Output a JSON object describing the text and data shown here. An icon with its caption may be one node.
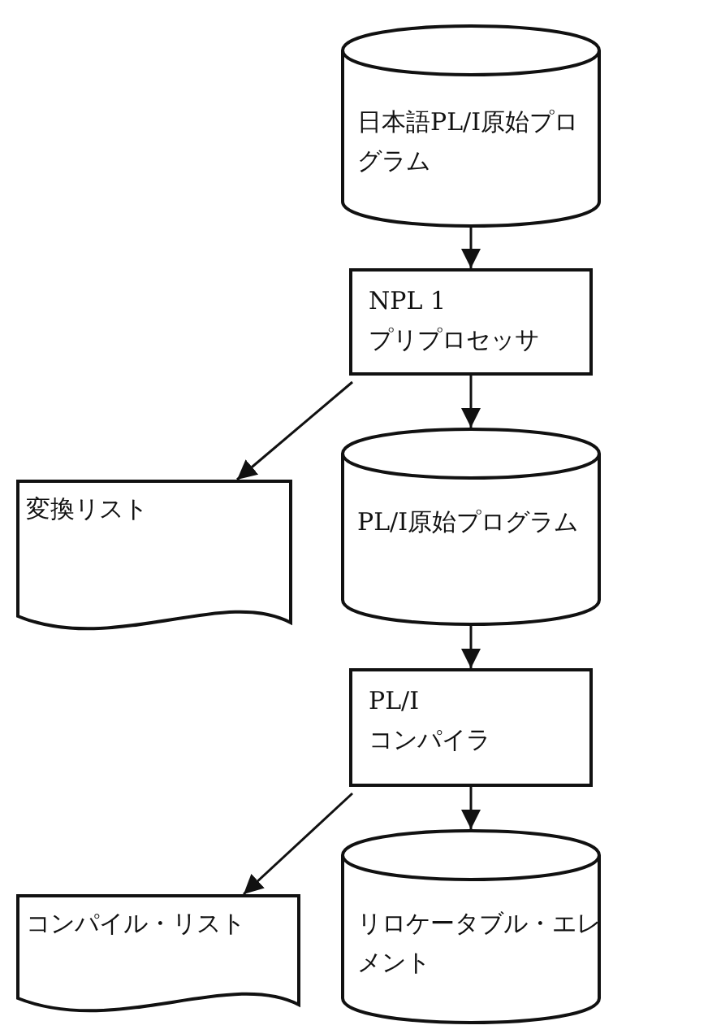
{
  "diagram": {
    "nodes": [
      {
        "text": [
          "日本語PL/I原始プログラム"
        ]
      },
      {
        "text": [
          "NPL 1",
          "プリプロセッサ"
        ]
      },
      {
        "text": [
          "変換リスト"
        ]
      },
      {
        "text": [
          "PL/I原始プログラム"
        ]
      },
      {
        "text": [
          "PL/I",
          "コンパイラ"
        ]
      },
      {
        "text": [
          "コンパイル・リスト"
        ]
      },
      {
        "text": [
          "リロケータブル・エレメント"
        ]
      }
    ],
    "edges": [
      {
        "from": 0,
        "to": 1,
        "arrow": "to"
      },
      {
        "from": 1,
        "to": 2,
        "arrow": "to"
      },
      {
        "from": 1,
        "to": 3,
        "arrow": "to"
      },
      {
        "from": 3,
        "to": 4,
        "arrow": "to"
      },
      {
        "from": 4,
        "to": 5,
        "arrow": "to"
      },
      {
        "from": 4,
        "to": 6,
        "arrow": "to"
      }
    ]
  }
}
